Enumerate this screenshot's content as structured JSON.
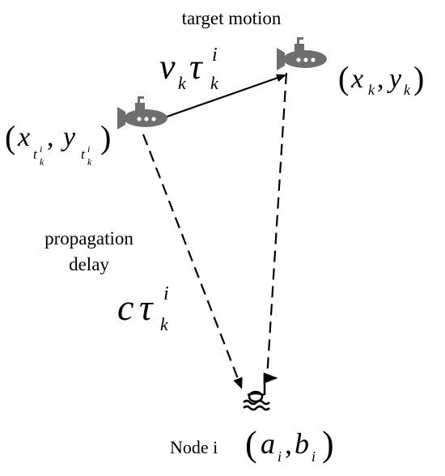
{
  "diagram": {
    "labels": {
      "target_motion": "target motion",
      "propagation_line1": "propagation",
      "propagation_line2": "delay",
      "node_label": "Node i"
    },
    "math": {
      "velocity_term": {
        "main1": "v",
        "sub1": "k",
        "main2": "τ",
        "sup2": "i",
        "sub2": "k"
      },
      "delay_term": {
        "main1": "c",
        "main2": "τ",
        "sup2": "i",
        "sub2": "k"
      },
      "pos_current": {
        "open": "(",
        "x": "x",
        "xsub": "k",
        "comma": ",",
        "y": "y",
        "ysub": "k",
        "close": ")"
      },
      "pos_past": {
        "open": "(",
        "x": "x",
        "y": "y",
        "sub": "t",
        "subsup": "i",
        "subsub": "k",
        "comma": ",",
        "close": ")"
      },
      "node_pos": {
        "open": "(",
        "a": "a",
        "asub": "i",
        "comma": ",",
        "b": "b",
        "bsub": "i",
        "close": ")"
      }
    },
    "icons": {
      "submarine_past": "submarine-icon",
      "submarine_current": "submarine-icon",
      "node": "buoy-node-icon"
    },
    "colors": {
      "icon_gray": "#6e6e6e",
      "line": "#000000"
    }
  }
}
